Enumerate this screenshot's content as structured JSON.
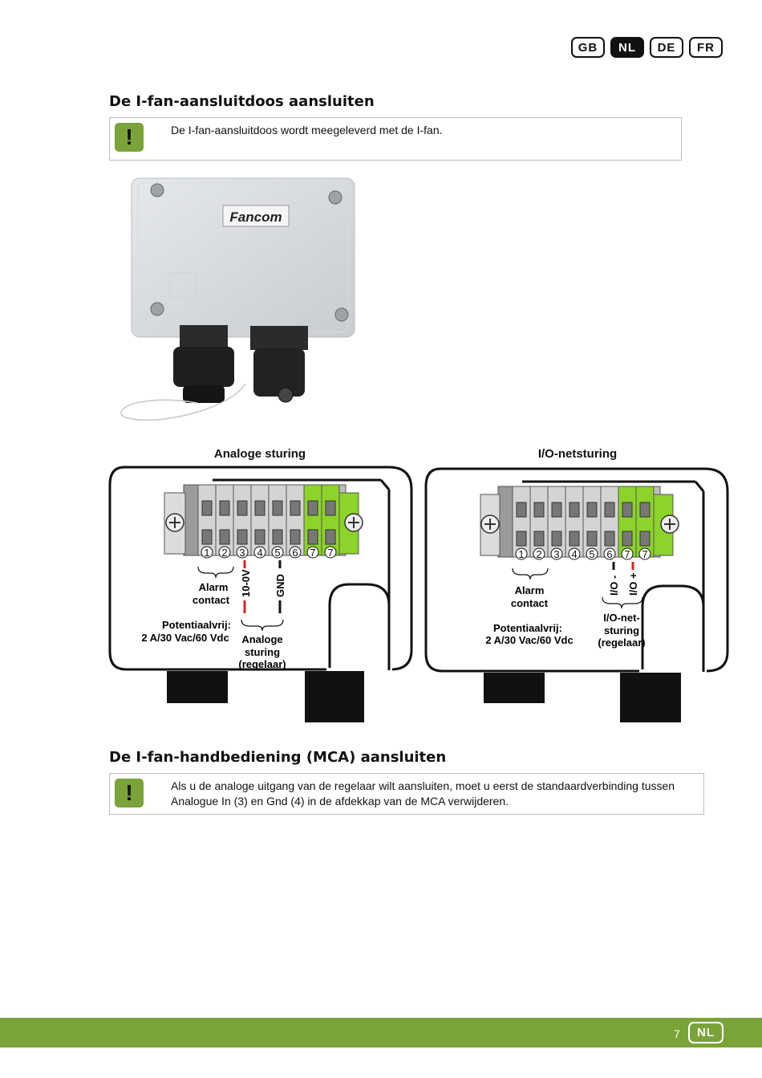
{
  "languages": [
    "GB",
    "NL",
    "DE",
    "FR"
  ],
  "active_language": "NL",
  "section1": {
    "title": "De I-fan-aansluitdoos aansluiten",
    "note_symbol": "!",
    "note": "De I-fan-aansluitdoos wordt meegeleverd met de I-fan."
  },
  "photo": {
    "brand_label": "Fancom"
  },
  "diagram_left": {
    "title": "Analoge sturing",
    "terminal_numbers": [
      "1",
      "2",
      "3",
      "4",
      "5",
      "6",
      "7",
      "7"
    ],
    "wire_label_1": "10-0V",
    "wire_label_2": "GND",
    "alarm_label_line1": "Alarm",
    "alarm_label_line2": "contact",
    "potential_line1": "Potentiaalvrij:",
    "potential_line2": "2 A/30 Vac/60 Vdc",
    "control_line1": "Analoge",
    "control_line2": "sturing",
    "control_line3": "(regelaar)"
  },
  "diagram_right": {
    "title": "I/O-netsturing",
    "terminal_numbers": [
      "1",
      "2",
      "3",
      "4",
      "5",
      "6",
      "7",
      "7"
    ],
    "wire_label_1": "I/O -",
    "wire_label_2": "I/O +",
    "alarm_label_line1": "Alarm",
    "alarm_label_line2": "contact",
    "potential_line1": "Potentiaalvrij:",
    "potential_line2": "2 A/30 Vac/60 Vdc",
    "control_line1": "I/O-net-",
    "control_line2": "sturing",
    "control_line3": "(regelaar)"
  },
  "section2": {
    "title": "De I-fan-handbediening (MCA) aansluiten",
    "note_symbol": "!",
    "note": "Als u de analoge uitgang van de regelaar wilt aansluiten, moet u eerst de standaardverbinding tussen Analogue In (3) en Gnd (4) in de afdekkap van de MCA verwijderen."
  },
  "footer": {
    "page_number": "7",
    "language": "NL"
  },
  "colors": {
    "accent_green": "#7aa33a",
    "terminal_green": "#8cd32a",
    "wire_red": "#e02020"
  }
}
